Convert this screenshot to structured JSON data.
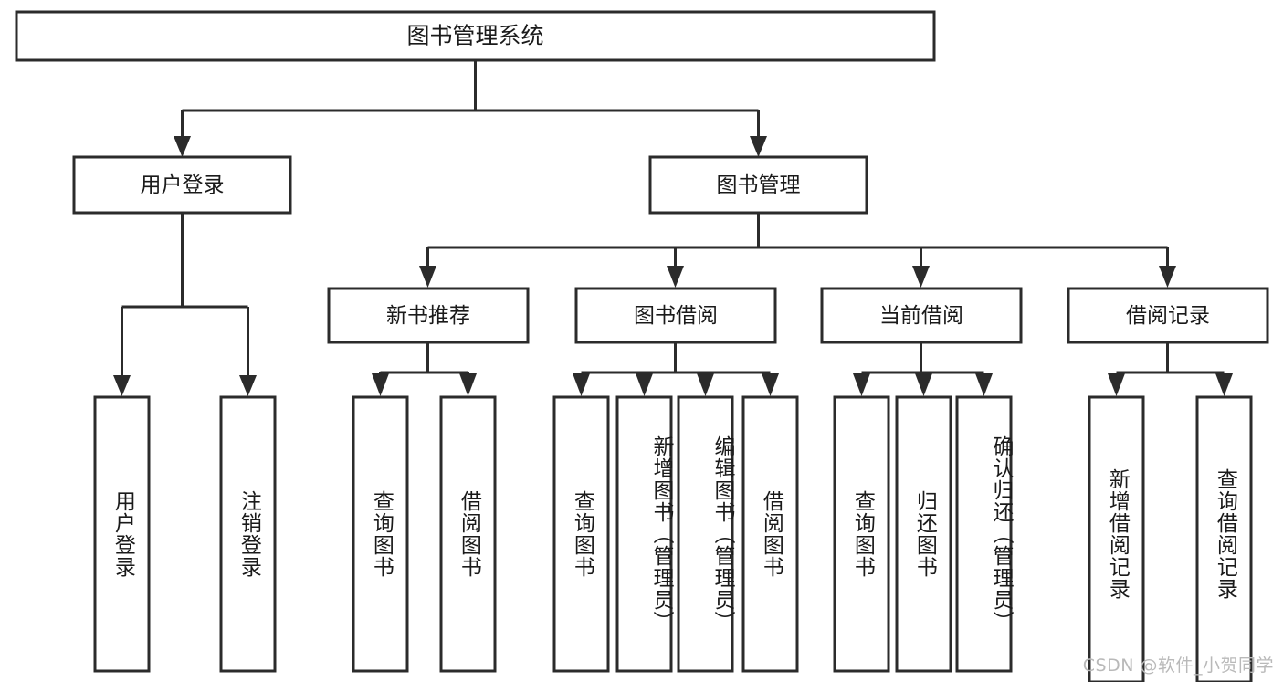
{
  "diagram": {
    "type": "tree-hierarchy",
    "title": "图书管理系统",
    "root": {
      "label": "图书管理系统"
    },
    "level2": [
      {
        "id": "user-login",
        "label": "用户登录"
      },
      {
        "id": "book-manage",
        "label": "图书管理"
      }
    ],
    "level3": [
      {
        "id": "new-book-recommend",
        "label": "新书推荐",
        "parent": "book-manage"
      },
      {
        "id": "book-borrow",
        "label": "图书借阅",
        "parent": "book-manage"
      },
      {
        "id": "current-borrow",
        "label": "当前借阅",
        "parent": "book-manage"
      },
      {
        "id": "borrow-record",
        "label": "借阅记录",
        "parent": "book-manage"
      }
    ],
    "leaves": [
      {
        "id": "leaf-1",
        "label": "用户登录",
        "parent": "user-login"
      },
      {
        "id": "leaf-2",
        "label": "注销登录",
        "parent": "user-login"
      },
      {
        "id": "leaf-3",
        "label": "查询图书",
        "parent": "new-book-recommend"
      },
      {
        "id": "leaf-4",
        "label": "借阅图书",
        "parent": "new-book-recommend"
      },
      {
        "id": "leaf-5",
        "label": "查询图书",
        "parent": "book-borrow"
      },
      {
        "id": "leaf-6",
        "label": "新增图书（管理员）",
        "parent": "book-borrow"
      },
      {
        "id": "leaf-7",
        "label": "编辑图书（管理员）",
        "parent": "book-borrow"
      },
      {
        "id": "leaf-8",
        "label": "借阅图书",
        "parent": "book-borrow"
      },
      {
        "id": "leaf-9",
        "label": "查询图书",
        "parent": "current-borrow"
      },
      {
        "id": "leaf-10",
        "label": "归还图书",
        "parent": "current-borrow"
      },
      {
        "id": "leaf-11",
        "label": "确认归还（管理员）",
        "parent": "current-borrow"
      },
      {
        "id": "leaf-12",
        "label": "新增借阅记录",
        "parent": "borrow-record"
      },
      {
        "id": "leaf-13",
        "label": "查询借阅记录",
        "parent": "borrow-record"
      }
    ],
    "colors": {
      "box_fill": "#ffffff",
      "box_stroke": "#2b2b2b",
      "connector": "#2b2b2b",
      "text": "#1a1a1a",
      "watermark": "#b9b9b9",
      "background": "#ffffff"
    }
  },
  "watermark": {
    "text": "CSDN @软件_小贺同学"
  }
}
